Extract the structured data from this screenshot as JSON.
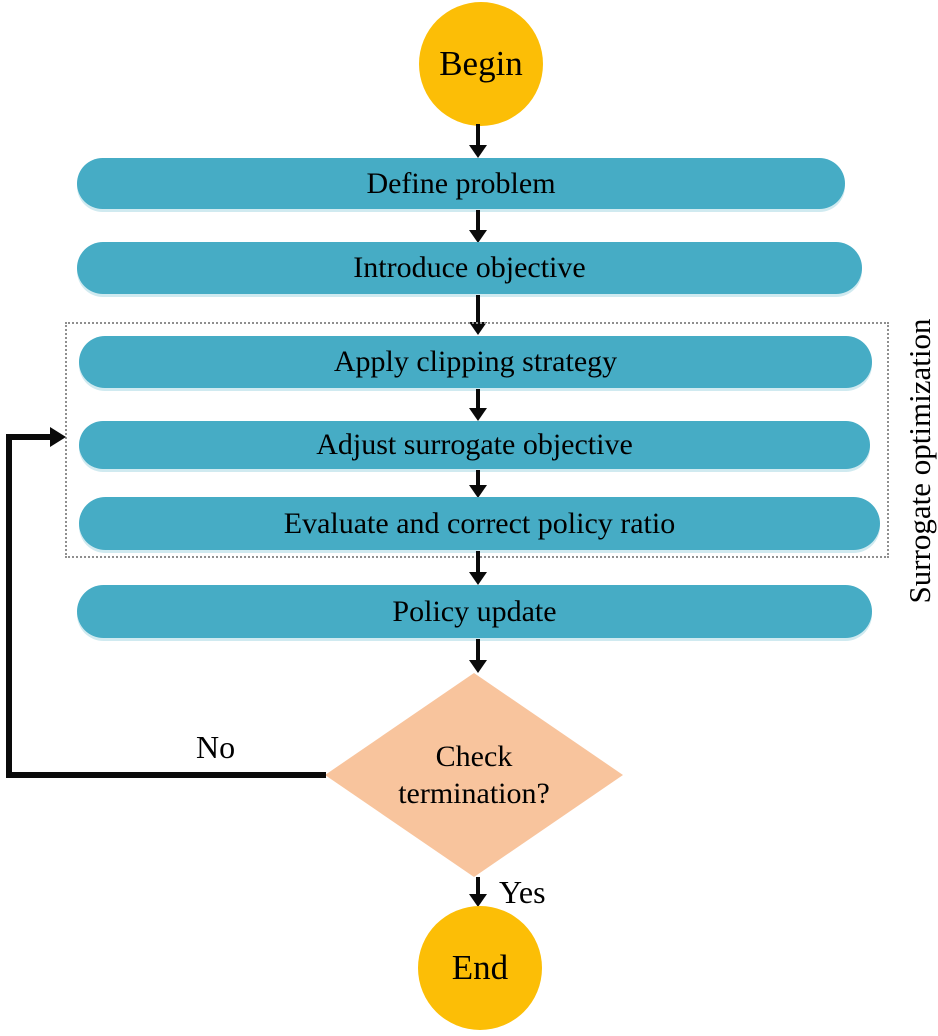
{
  "flowchart": {
    "start": {
      "label": "Begin"
    },
    "end": {
      "label": "End"
    },
    "steps": [
      {
        "id": "define-problem",
        "label": "Define problem"
      },
      {
        "id": "introduce-objective",
        "label": "Introduce objective"
      },
      {
        "id": "apply-clipping-strategy",
        "label": "Apply clipping strategy",
        "group": "surrogate-optimization"
      },
      {
        "id": "adjust-surrogate-objective",
        "label": "Adjust surrogate objective",
        "group": "surrogate-optimization"
      },
      {
        "id": "evaluate-and-correct-policy-ratio",
        "label": "Evaluate and correct policy ratio",
        "group": "surrogate-optimization"
      },
      {
        "id": "policy-update",
        "label": "Policy update"
      }
    ],
    "group": {
      "label": "Surrogate optimization"
    },
    "decision": {
      "label": "Check termination?",
      "no_label": "No",
      "yes_label": "Yes"
    },
    "colors": {
      "process_fill": "#46ACC5",
      "terminal_fill": "#FCBE06",
      "decision_fill": "#F8C49D",
      "line": "#0A0A0A",
      "group_border": "#8F8F8F"
    }
  }
}
